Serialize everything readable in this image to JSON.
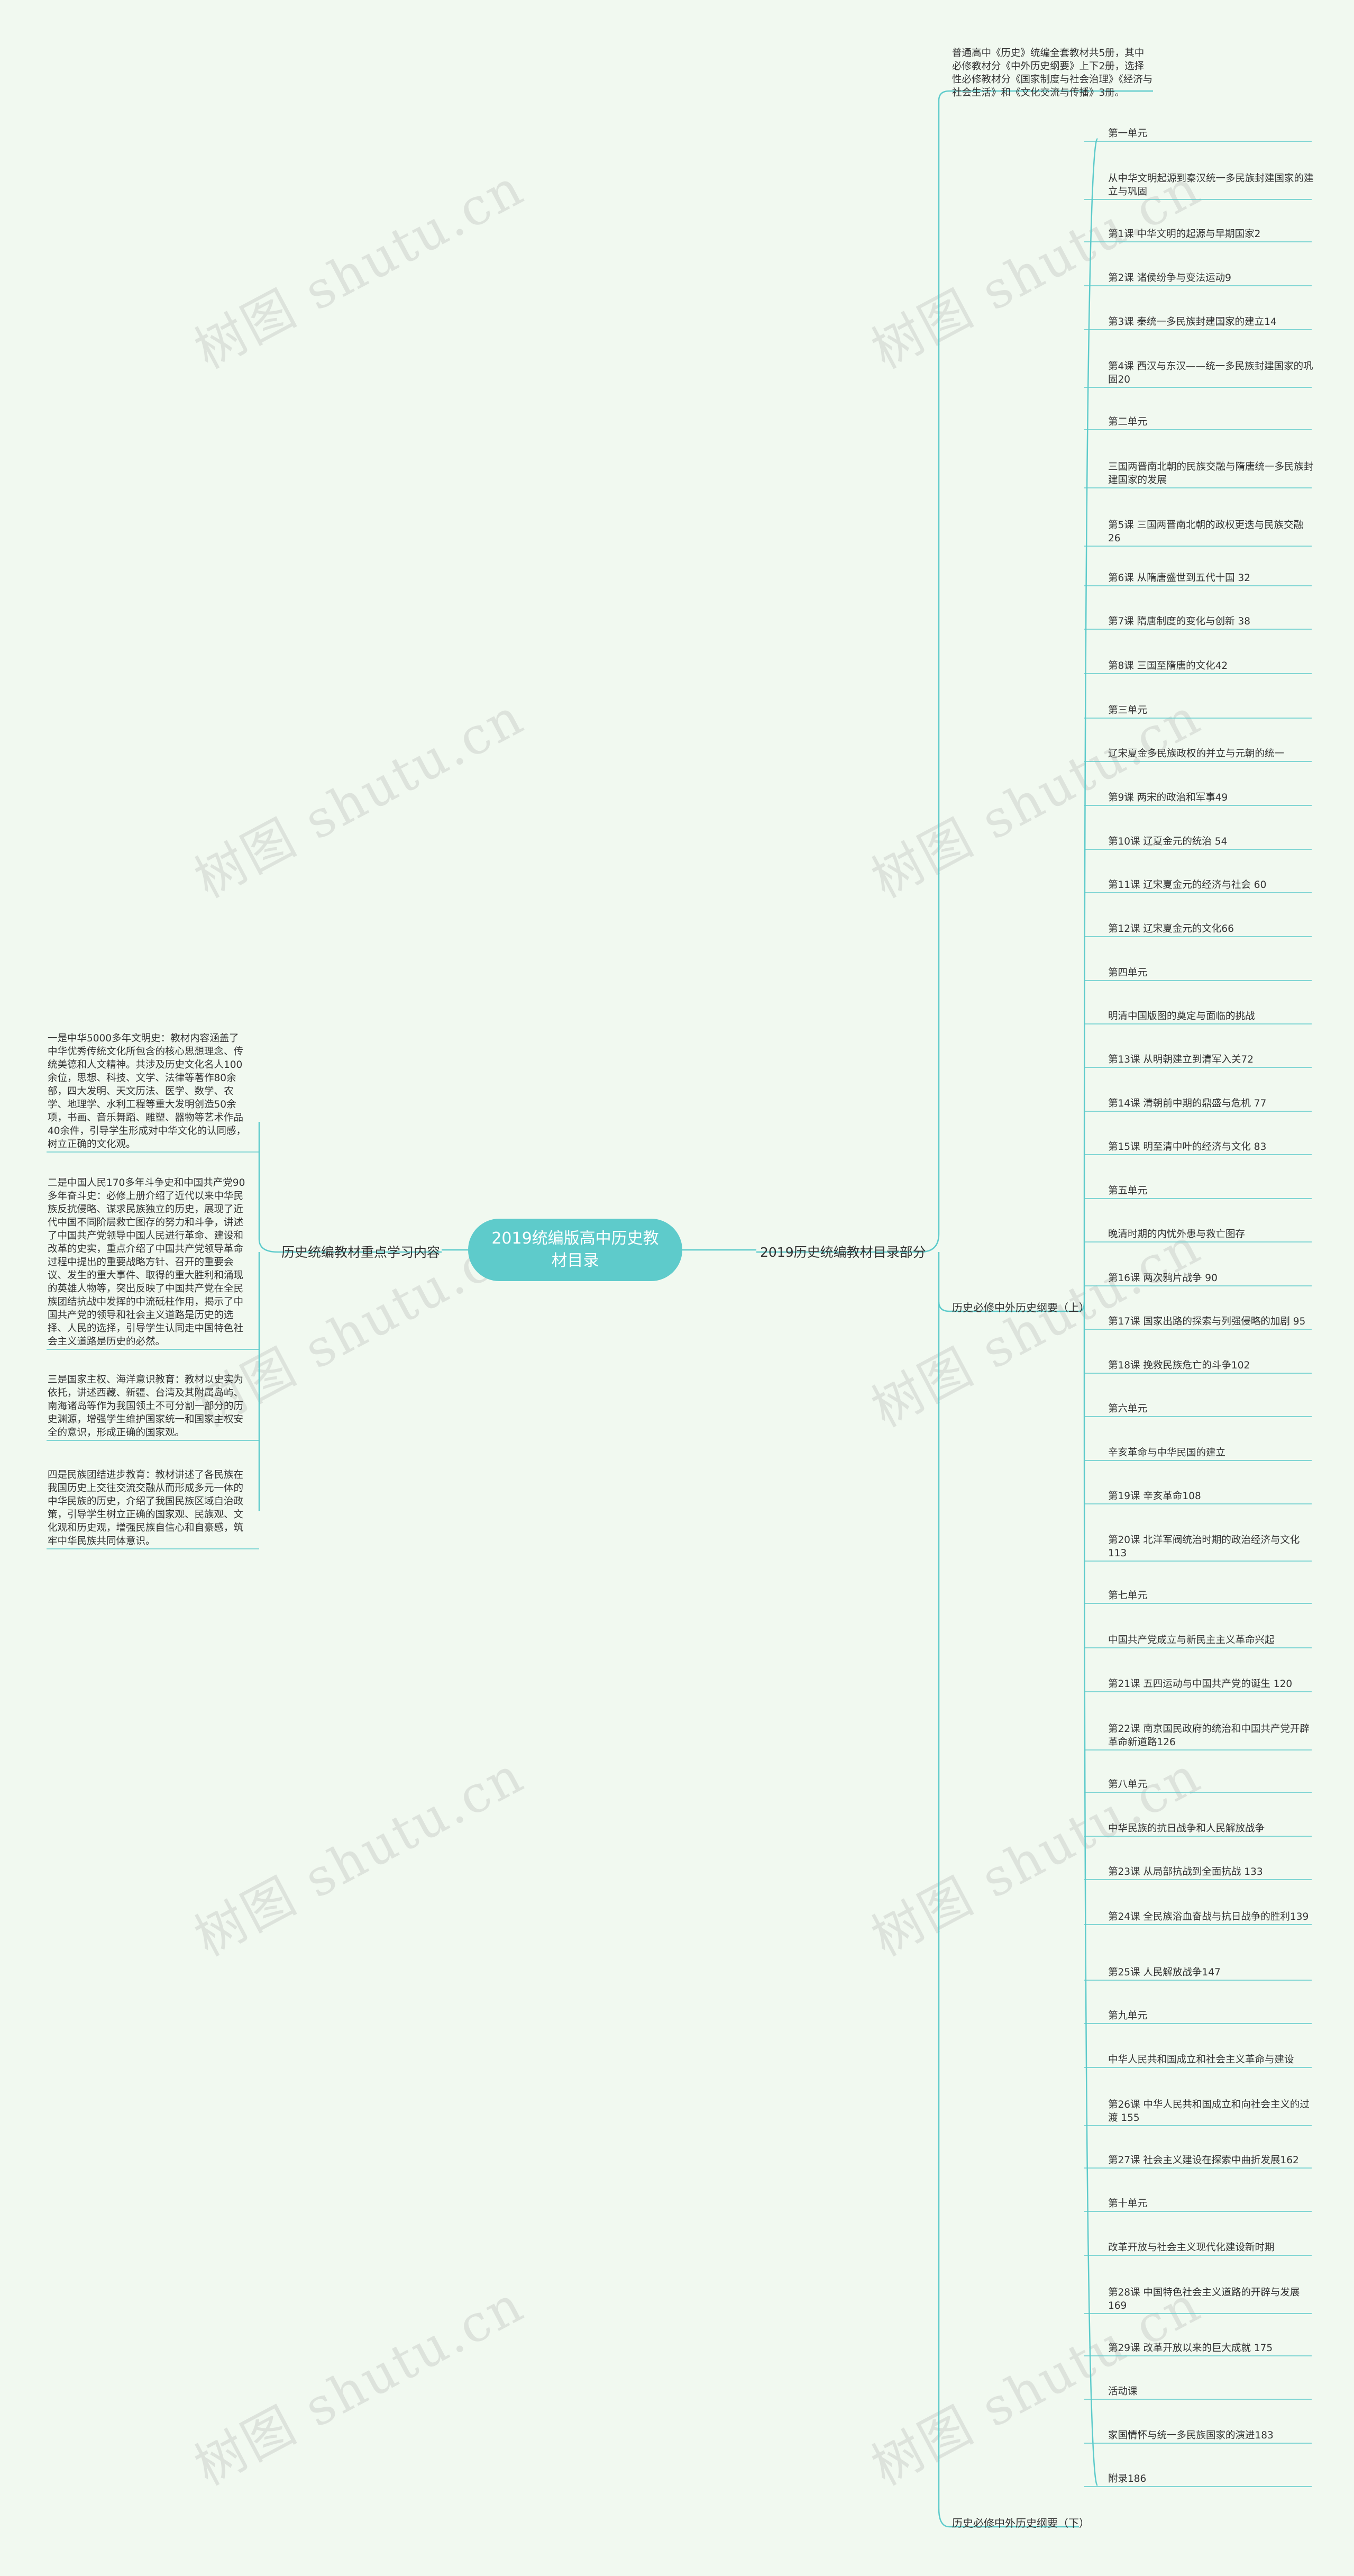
{
  "title": "2019统编版高中历史教材目录",
  "watermark": "树图 shutu.cn",
  "colors": {
    "line": "#5ecbcb",
    "root_fill": "#5ecbcb",
    "background": "#f1f9f0"
  },
  "branches": {
    "right": "2019历史统编教材目录部分",
    "left": "历史统编教材重点学习内容"
  },
  "right": {
    "intro": "普通高中《历史》统编全套教材共5册，其中必修教材分《中外历史纲要》上下2册，选择性必修教材分《国家制度与社会治理》《经济与社会生活》和《文化交流与传播》3册。",
    "upper": "历史必修中外历史纲要（上）",
    "lower": "历史必修中外历史纲要（下）",
    "items": [
      "第一单元",
      "从中华文明起源到秦汉统一多民族封建国家的建立与巩固",
      "第1课 中华文明的起源与早期国家2",
      "第2课 诸侯纷争与变法运动9",
      "第3课 秦统一多民族封建国家的建立14",
      "第4课 西汉与东汉——统一多民族封建国家的巩固20",
      "第二单元",
      "三国两晋南北朝的民族交融与隋唐统一多民族封建国家的发展",
      "第5课 三国两晋南北朝的政权更迭与民族交融 26",
      "第6课 从隋唐盛世到五代十国 32",
      "第7课 隋唐制度的变化与创新 38",
      "第8课 三国至隋唐的文化42",
      "第三单元",
      "辽宋夏金多民族政权的并立与元朝的统一",
      "第9课 两宋的政治和军事49",
      "第10课 辽夏金元的统治 54",
      "第11课 辽宋夏金元的经济与社会 60",
      "第12课 辽宋夏金元的文化66",
      "第四单元",
      "明清中国版图的奠定与面临的挑战",
      "第13课 从明朝建立到清军入关72",
      "第14课 清朝前中期的鼎盛与危机 77",
      "第15课 明至清中叶的经济与文化 83",
      "第五单元",
      "晚清时期的内忧外患与救亡图存",
      "第16课 两次鸦片战争 90",
      "第17课 国家出路的探索与列强侵略的加剧 95",
      "第18课 挽救民族危亡的斗争102",
      "第六单元",
      "辛亥革命与中华民国的建立",
      "第19课 辛亥革命108",
      "第20课 北洋军阀统治时期的政治经济与文化113",
      "第七单元",
      "中国共产党成立与新民主主义革命兴起",
      "第21课 五四运动与中国共产党的诞生 120",
      "第22课 南京国民政府的统治和中国共产党开辟革命新道路126",
      "第八单元",
      "中华民族的抗日战争和人民解放战争",
      "第23课 从局部抗战到全面抗战 133",
      "第24课 全民族浴血奋战与抗日战争的胜利139",
      "第25课 人民解放战争147",
      "第九单元",
      "中华人民共和国成立和社会主义革命与建设",
      "第26课 中华人民共和国成立和向社会主义的过渡 155",
      "第27课 社会主义建设在探索中曲折发展162",
      "第十单元",
      "改革开放与社会主义现代化建设新时期",
      "第28课 中国特色社会主义道路的开辟与发展169",
      "第29课 改革开放以来的巨大成就 175",
      "活动课",
      "家国情怀与统一多民族国家的演进183",
      "附录186"
    ]
  },
  "left": {
    "items": [
      "一是中华5000多年文明史：教材内容涵盖了中华优秀传统文化所包含的核心思想理念、传统美德和人文精神。共涉及历史文化名人100余位，思想、科技、文学、法律等著作80余部，四大发明、天文历法、医学、数学、农学、地理学、水利工程等重大发明创造50余项，书画、音乐舞蹈、雕塑、器物等艺术作品40余件，引导学生形成对中华文化的认同感，树立正确的文化观。",
      "二是中国人民170多年斗争史和中国共产党90多年奋斗史：必修上册介绍了近代以来中华民族反抗侵略、谋求民族独立的历史，展现了近代中国不同阶层救亡图存的努力和斗争，讲述了中国共产党领导中国人民进行革命、建设和改革的史实，重点介绍了中国共产党领导革命过程中提出的重要战略方针、召开的重要会议、发生的重大事件、取得的重大胜利和涌现的英雄人物等，突出反映了中国共产党在全民族团结抗战中发挥的中流砥柱作用，揭示了中国共产党的领导和社会主义道路是历史的选择、人民的选择，引导学生认同走中国特色社会主义道路是历史的必然。",
      "三是国家主权、海洋意识教育：教材以史实为依托，讲述西藏、新疆、台湾及其附属岛屿、南海诸岛等作为我国领土不可分割一部分的历史渊源，增强学生维护国家统一和国家主权安全的意识，形成正确的国家观。",
      "四是民族团结进步教育：教材讲述了各民族在我国历史上交往交流交融从而形成多元一体的中华民族的历史，介绍了我国民族区域自治政策，引导学生树立正确的国家观、民族观、文化观和历史观，增强民族自信心和自豪感，筑牢中华民族共同体意识。"
    ]
  }
}
